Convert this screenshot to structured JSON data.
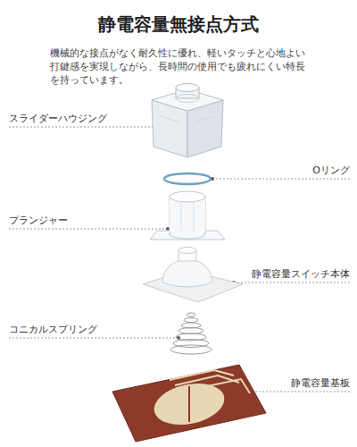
{
  "diagram": {
    "title": "静電容量無接点方式",
    "labels": [
      "機械的な接点がなく耐久性に優れ、軽いタッチと心地よい打鍵感を実現しながら、長時間の使用でも疲れにくい特長を持っています。",
      "スライダーハウジング",
      "Oリング",
      "プランジャー",
      "静電容量スイッチ本体",
      "コニカルスプリング",
      "静電容量基板"
    ]
  }
}
